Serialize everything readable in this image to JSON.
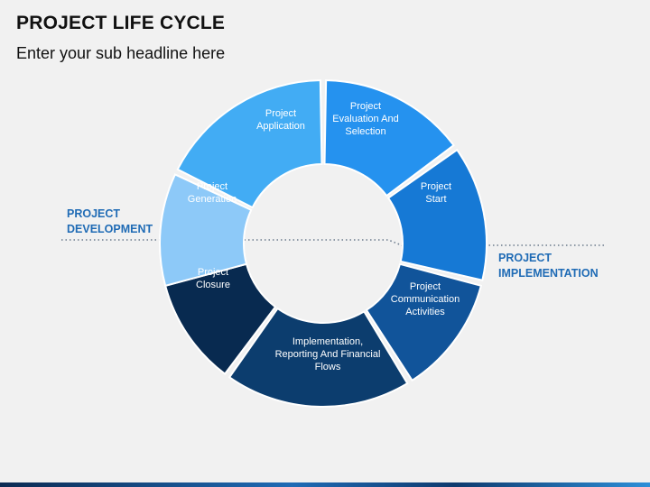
{
  "header": {
    "title": "PROJECT LIFE CYCLE",
    "subtitle": "Enter your sub headline here"
  },
  "diagram": {
    "segments": [
      {
        "lines": [
          "Project",
          "Application"
        ],
        "color": "#42acf4"
      },
      {
        "lines": [
          "Project",
          "Evaluation And",
          "Selection"
        ],
        "color": "#2592ef"
      },
      {
        "lines": [
          "Project",
          "Start"
        ],
        "color": "#1679d5"
      },
      {
        "lines": [
          "Project",
          "Communication",
          "Activities"
        ],
        "color": "#11549a"
      },
      {
        "lines": [
          "Implementation,",
          "Reporting And Financial",
          "Flows"
        ],
        "color": "#0c3d6e"
      },
      {
        "lines": [
          "Project",
          "Closure"
        ],
        "color": "#082a50"
      },
      {
        "lines": [
          "Project",
          "Generation"
        ],
        "color": "#8dc9f8"
      }
    ],
    "side_labels": {
      "left": [
        "PROJECT",
        "DEVELOPMENT"
      ],
      "right": [
        "PROJECT",
        "IMPLEMENTATION"
      ]
    },
    "colors": {
      "side_label": "#1f6bb5",
      "divider": "#6b7a8c"
    }
  }
}
